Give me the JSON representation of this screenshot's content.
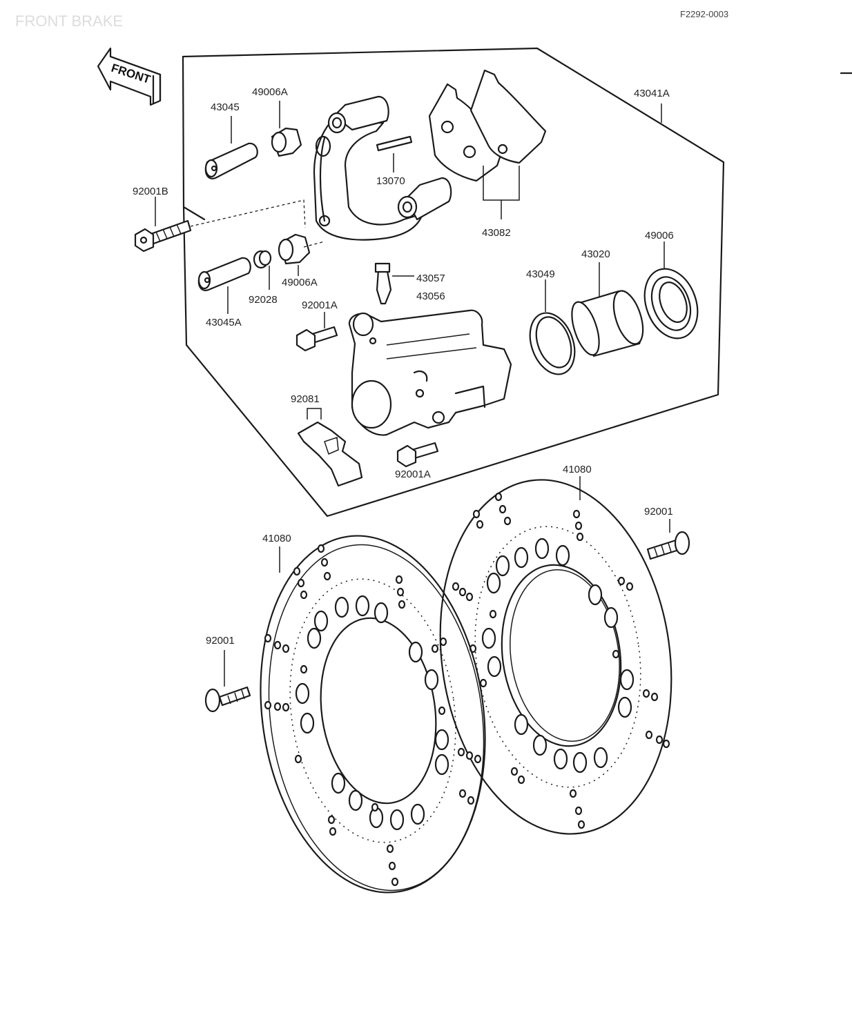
{
  "header": {
    "title": "FRONT BRAKE",
    "ref_code": "F2292-0003"
  },
  "direction_marker": "FRONT",
  "part_labels": {
    "p43045": "43045",
    "p49006A_top": "49006A",
    "p43041A": "43041A",
    "p92001B": "92001B",
    "p13070": "13070",
    "p43082": "43082",
    "p49006A_bottom": "49006A",
    "p92028": "92028",
    "p43045A": "43045A",
    "p43057": "43057",
    "p43056": "43056",
    "p92001A_top": "92001A",
    "p43049": "43049",
    "p43020": "43020",
    "p49006": "49006",
    "p92081": "92081",
    "p92001A_bottom": "92001A",
    "p41080_right": "41080",
    "p92001_right": "92001",
    "p41080_left": "41080",
    "p92001_left": "92001"
  }
}
